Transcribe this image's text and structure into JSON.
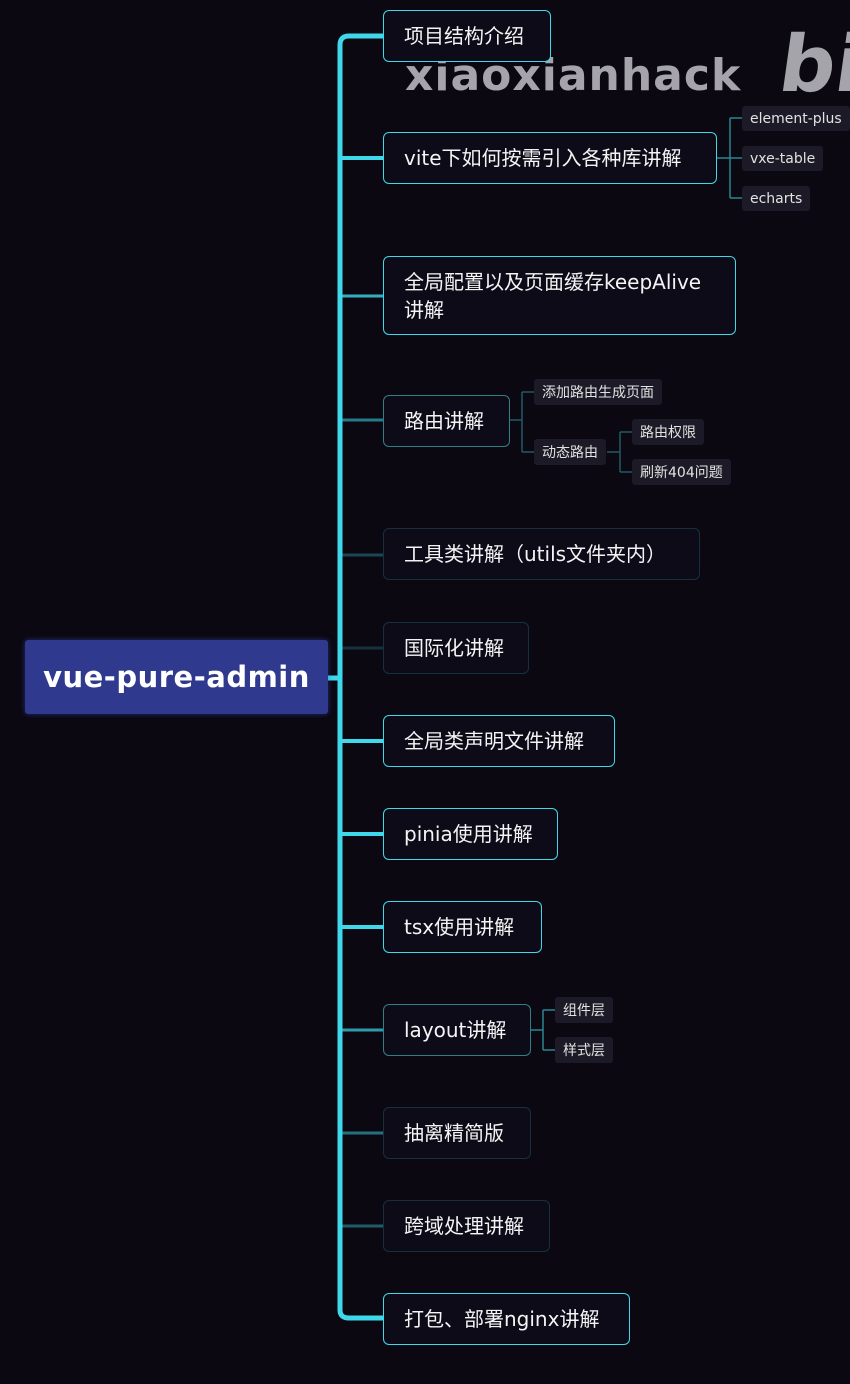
{
  "root": {
    "label": "vue-pure-admin"
  },
  "watermark": {
    "text": "xiaoxianhack",
    "logo": "bilibili-logo"
  },
  "colors": {
    "background": "#0b0812",
    "root_fill": "#2f3a8e",
    "connector": "#3fd8ea",
    "node_border": "#3fd8ea"
  },
  "topics": [
    {
      "label": "项目结构介绍"
    },
    {
      "label": "vite下如何按需引入各种库讲解",
      "children": [
        "element-plus",
        "vxe-table",
        "echarts"
      ]
    },
    {
      "label": "全局配置以及页面缓存keepAlive讲解"
    },
    {
      "label": "路由讲解",
      "children": [
        "添加路由生成页面",
        "动态路由"
      ],
      "grandchildren": [
        "路由权限",
        "刷新404问题"
      ]
    },
    {
      "label": "工具类讲解（utils文件夹内）"
    },
    {
      "label": "国际化讲解"
    },
    {
      "label": "全局类声明文件讲解"
    },
    {
      "label": "pinia使用讲解"
    },
    {
      "label": "tsx使用讲解"
    },
    {
      "label": "layout讲解",
      "children": [
        "组件层",
        "样式层"
      ]
    },
    {
      "label": "抽离精简版"
    },
    {
      "label": "跨域处理讲解"
    },
    {
      "label": "打包、部署nginx讲解"
    }
  ]
}
